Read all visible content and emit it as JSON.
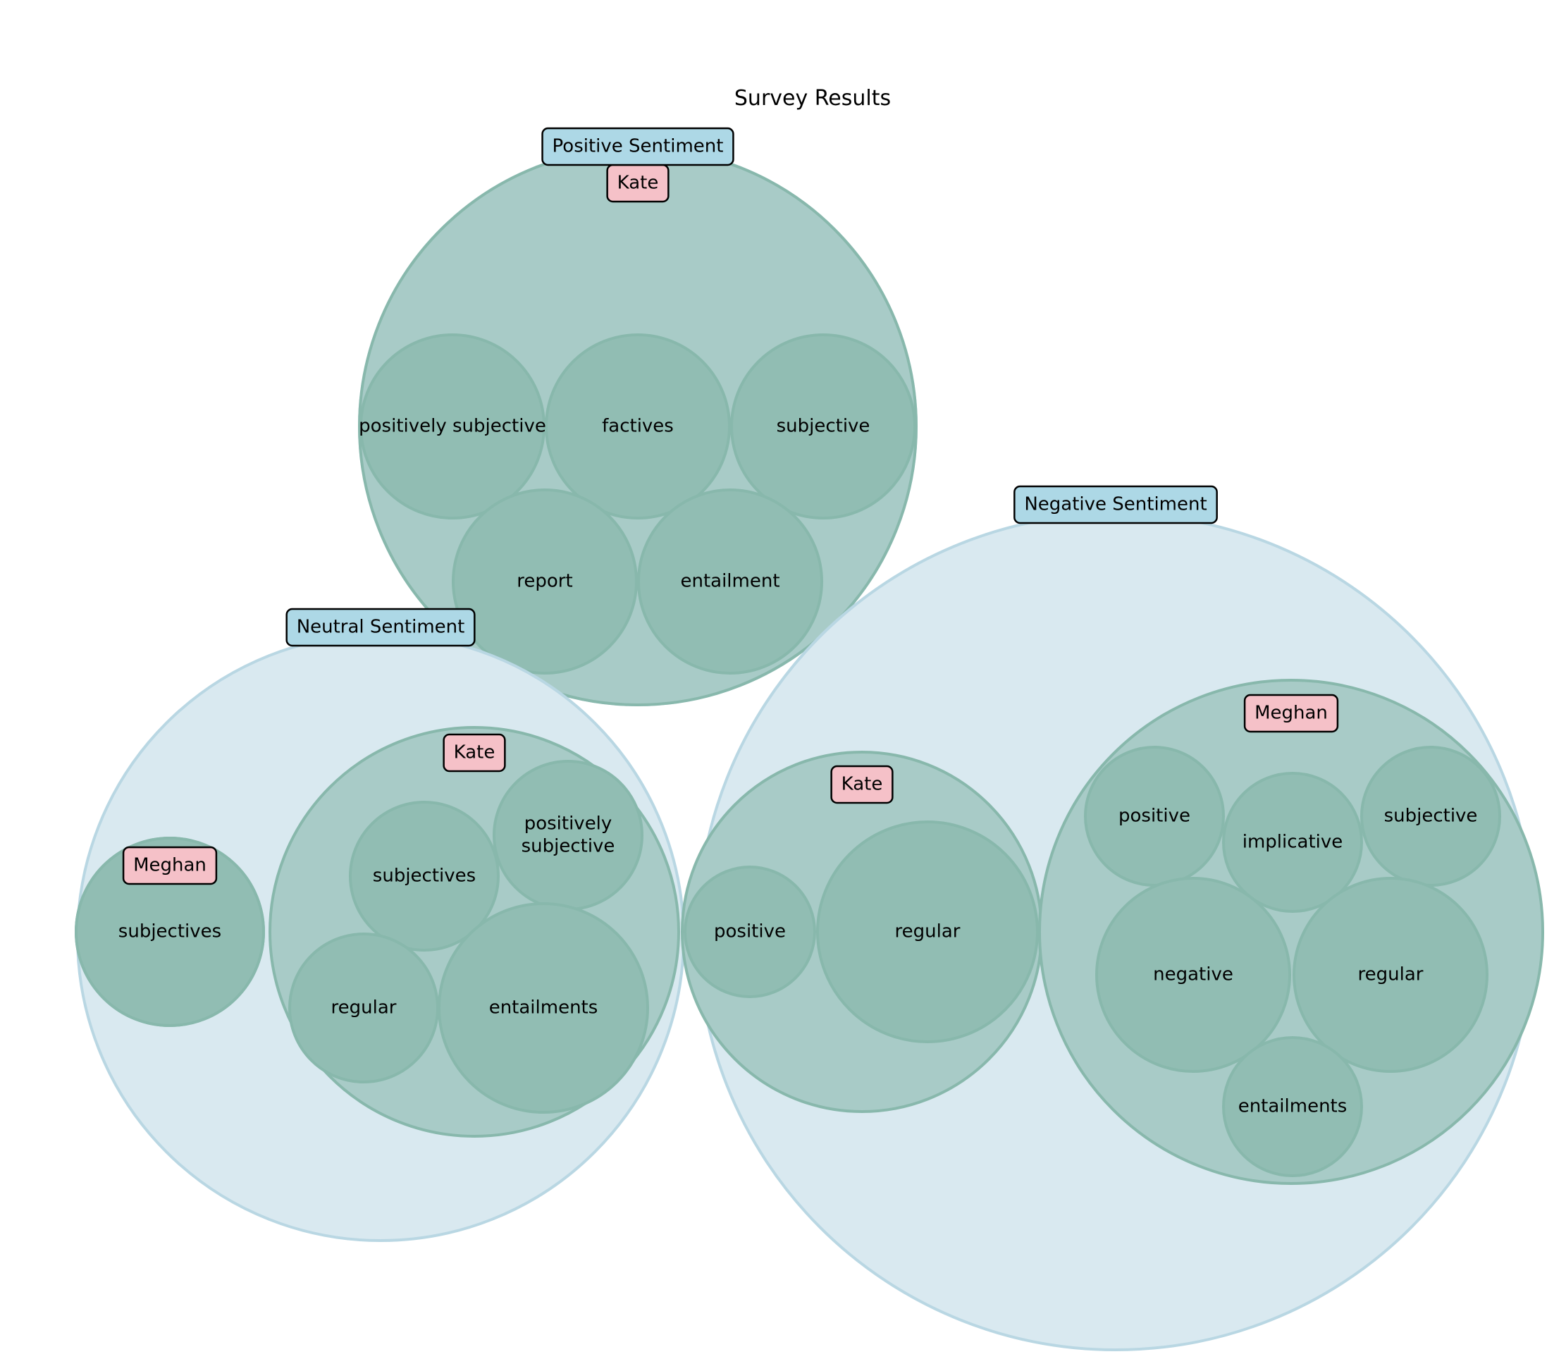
{
  "chart_data": {
    "type": "circle-packing",
    "title": "Survey Results",
    "colors": {
      "category_fill": "#d9e9f0",
      "category_stroke": "#b9d7e3",
      "person_fill": "#a8cbc7",
      "leaf_fill": "#91bdb3",
      "node_stroke": "#88b8ac",
      "category_label_box": "#add8e6",
      "person_label_box": "#f5c1c8"
    },
    "categories": [
      {
        "name": "Positive Sentiment",
        "groups": [
          {
            "name": "Kate",
            "items": [
              "positively subjective",
              "factives",
              "subjective",
              "report",
              "entailment"
            ]
          }
        ]
      },
      {
        "name": "Neutral Sentiment",
        "groups": [
          {
            "name": "Meghan",
            "items": [
              "subjectives"
            ]
          },
          {
            "name": "Kate",
            "items": [
              "subjectives",
              "positively\nsubjective",
              "regular",
              "entailments"
            ]
          }
        ]
      },
      {
        "name": "Negative Sentiment",
        "groups": [
          {
            "name": "Kate",
            "items": [
              "positive",
              "regular"
            ]
          },
          {
            "name": "Meghan",
            "items": [
              "positive",
              "implicative",
              "subjective",
              "negative",
              "regular",
              "entailments"
            ]
          }
        ]
      }
    ]
  }
}
